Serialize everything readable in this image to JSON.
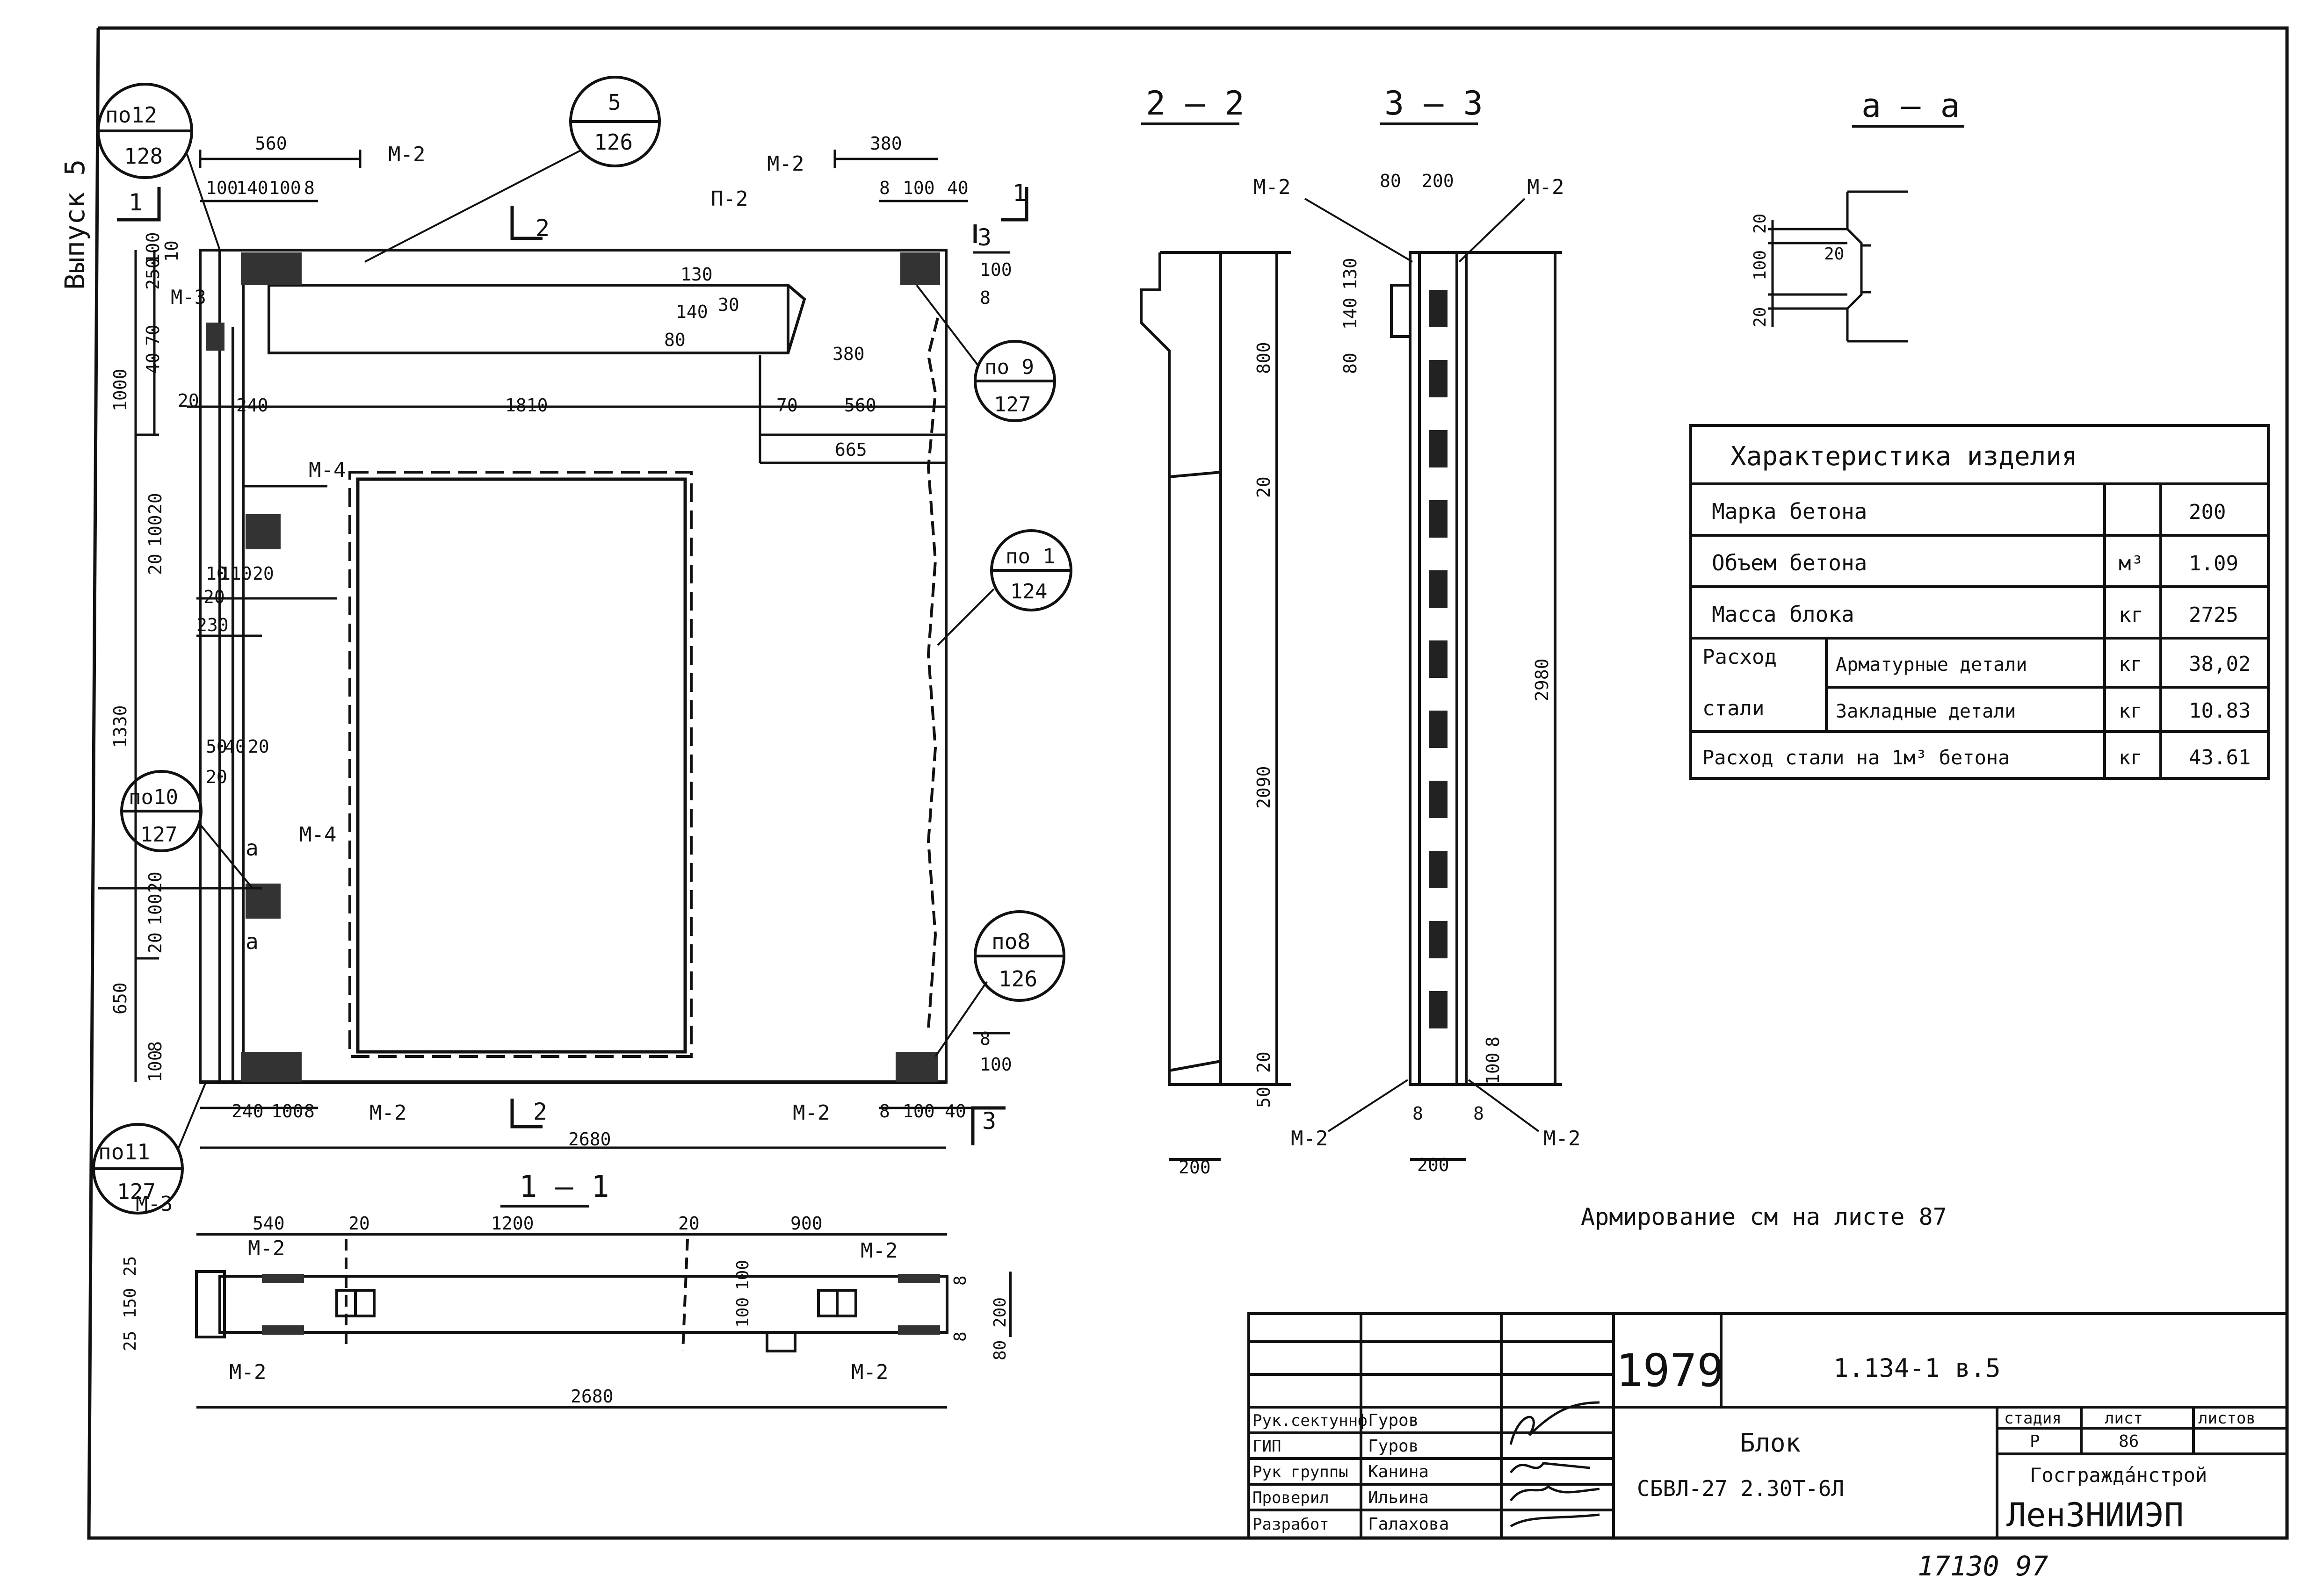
{
  "side_label": "Выпуск 5",
  "sections": {
    "s22": "2 — 2",
    "s33": "3 — 3",
    "saa": "а — а",
    "s11": "1 — 1"
  },
  "callouts": [
    {
      "top": "по12",
      "bottom": "128"
    },
    {
      "top": "5",
      "bottom": "126"
    },
    {
      "top": "по 9",
      "bottom": "127"
    },
    {
      "top": "по 1",
      "bottom": "124"
    },
    {
      "top": "по10",
      "bottom": "127"
    },
    {
      "top": "по8",
      "bottom": "126"
    },
    {
      "top": "по11",
      "bottom": "127"
    }
  ],
  "marks": {
    "m2": "М-2",
    "m3": "М-3",
    "m4": "М-4",
    "p2": "П-2",
    "sec1": "1",
    "sec2": "2",
    "sec3": "3",
    "a": "а"
  },
  "dims_plan": {
    "d560": "560",
    "d380": "380",
    "d100a": "100",
    "d140": "140",
    "d100b": "100",
    "d8a": "8",
    "d8b": "8",
    "d100c": "100",
    "d40a": "40",
    "d250": "250",
    "d100v": "100",
    "d10": "10",
    "d1000": "1000",
    "d70": "70",
    "d40b": "40",
    "d20a": "20",
    "d240a": "240",
    "d1810": "1810",
    "d130": "130",
    "d140v": "140",
    "d80": "80",
    "d30": "30",
    "d380v": "380",
    "d70h": "70",
    "d560h": "560",
    "d665": "665",
    "d100r": "100",
    "d8r": "8",
    "d20b": "20",
    "d100m": "100",
    "d20c": "20",
    "d10m": "10",
    "d110": "110",
    "d20d": "20",
    "d20e": "20",
    "d230": "230",
    "d1330": "1330",
    "d50": "50",
    "d40c": "40",
    "d20f": "20",
    "d20g": "20",
    "d20h": "20",
    "d100n": "100",
    "d20i": "20",
    "d650": "650",
    "d100o": "100",
    "d8o": "8",
    "d240b": "240",
    "d100p": "100",
    "d8p": "8",
    "d2680": "2680",
    "d8q": "8",
    "d100q": "100",
    "d40d": "40",
    "d100s": "100",
    "d8s": "8"
  },
  "dims_22": {
    "d800": "800",
    "d20": "20",
    "d2090": "2090",
    "d20b": "20",
    "d50": "50",
    "d200": "200"
  },
  "dims_33": {
    "d80": "80",
    "d200t": "200",
    "d130": "130",
    "d140": "140",
    "d80b": "80",
    "d2980": "2980",
    "d100": "100",
    "d8a": "8",
    "d8b": "8",
    "d8c": "8",
    "d200b": "200"
  },
  "dims_aa": {
    "d20a": "20",
    "d100": "100",
    "d20b": "20",
    "d20c": "20"
  },
  "dims_11": {
    "d540": "540",
    "d20a": "20",
    "d1200": "1200",
    "d20b": "20",
    "d900": "900",
    "d25a": "25",
    "d150": "150",
    "d25b": "25",
    "d8a": "8",
    "d200": "200",
    "d100a": "100",
    "d100b": "100",
    "d8b": "8",
    "d80": "80",
    "d2680": "2680"
  },
  "characteristics": {
    "title": "Характеристика изделия",
    "rows": [
      {
        "label": "Марка бетона",
        "unit": "",
        "value": "200"
      },
      {
        "label": "Объем бетона",
        "unit": "м³",
        "value": "1.09"
      },
      {
        "label": "Масса блока",
        "unit": "кг",
        "value": "2725"
      }
    ],
    "steel_label_1": "Расход",
    "steel_label_2": "стали",
    "steel_rows": [
      {
        "label": "Арматурные детали",
        "unit": "кг",
        "value": "38,02"
      },
      {
        "label": "Закладные детали",
        "unit": "кг",
        "value": "10.83"
      }
    ],
    "per_m3": {
      "label": "Расход стали на 1м³ бетона",
      "unit": "кг",
      "value": "43.61"
    }
  },
  "note": "Армирование см на листе 87",
  "stamp": {
    "year": "1979",
    "code": "1.134-1   в.5",
    "roles": [
      "Рук.сектуннф",
      "ГИП",
      "Рук группы",
      "Проверил",
      "Разработ"
    ],
    "names": [
      "Гуров",
      "Гуров",
      "Канина",
      "Ильина",
      "Галахова"
    ],
    "title_1": "Блок",
    "title_2": "СБВЛ-27 2.30Т-6Л",
    "h_stage": "стадия",
    "h_sheet": "лист",
    "h_sheets": "листов",
    "stage": "Р",
    "sheet": "86",
    "sheets": "",
    "org_1": "Госграждáнстрой",
    "org_2": "ЛенЗНИИЭП"
  },
  "footer_number": "17130 97"
}
